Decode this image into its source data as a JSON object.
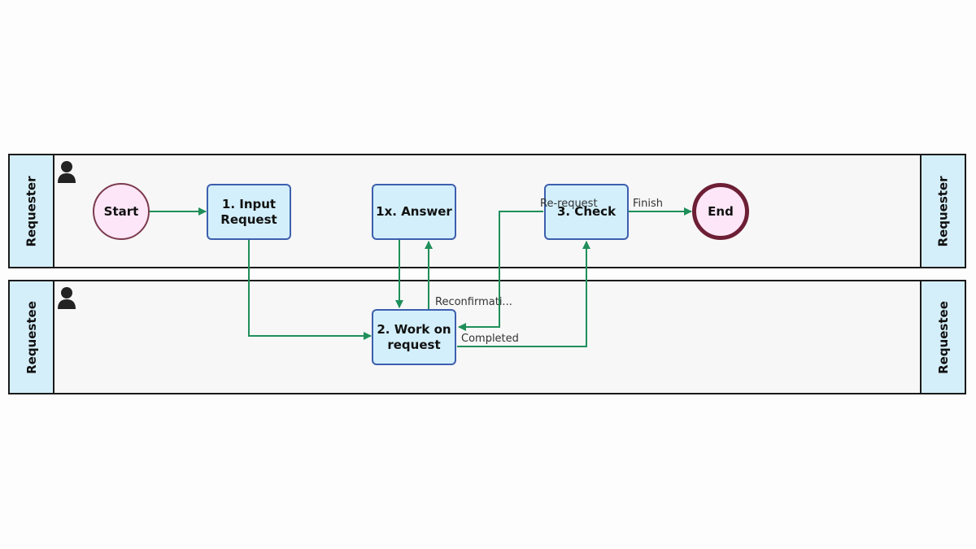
{
  "lanes": [
    {
      "label": "Requester"
    },
    {
      "label": "Requestee"
    }
  ],
  "nodes": {
    "start": "Start",
    "input_request": "1. Input Request",
    "answer": "1x. Answer",
    "check": "3. Check",
    "end": "End",
    "work_on_request": "2. Work on request"
  },
  "flows": {
    "rerequest": "Re-request",
    "finish": "Finish",
    "reconfirmation": "Reconfirmati...",
    "completed": "Completed"
  },
  "colors": {
    "flow": "#1f8f5a",
    "task_border": "#3d5fae",
    "task_fill": "#d3effb",
    "event_fill": "#fde6f7"
  }
}
